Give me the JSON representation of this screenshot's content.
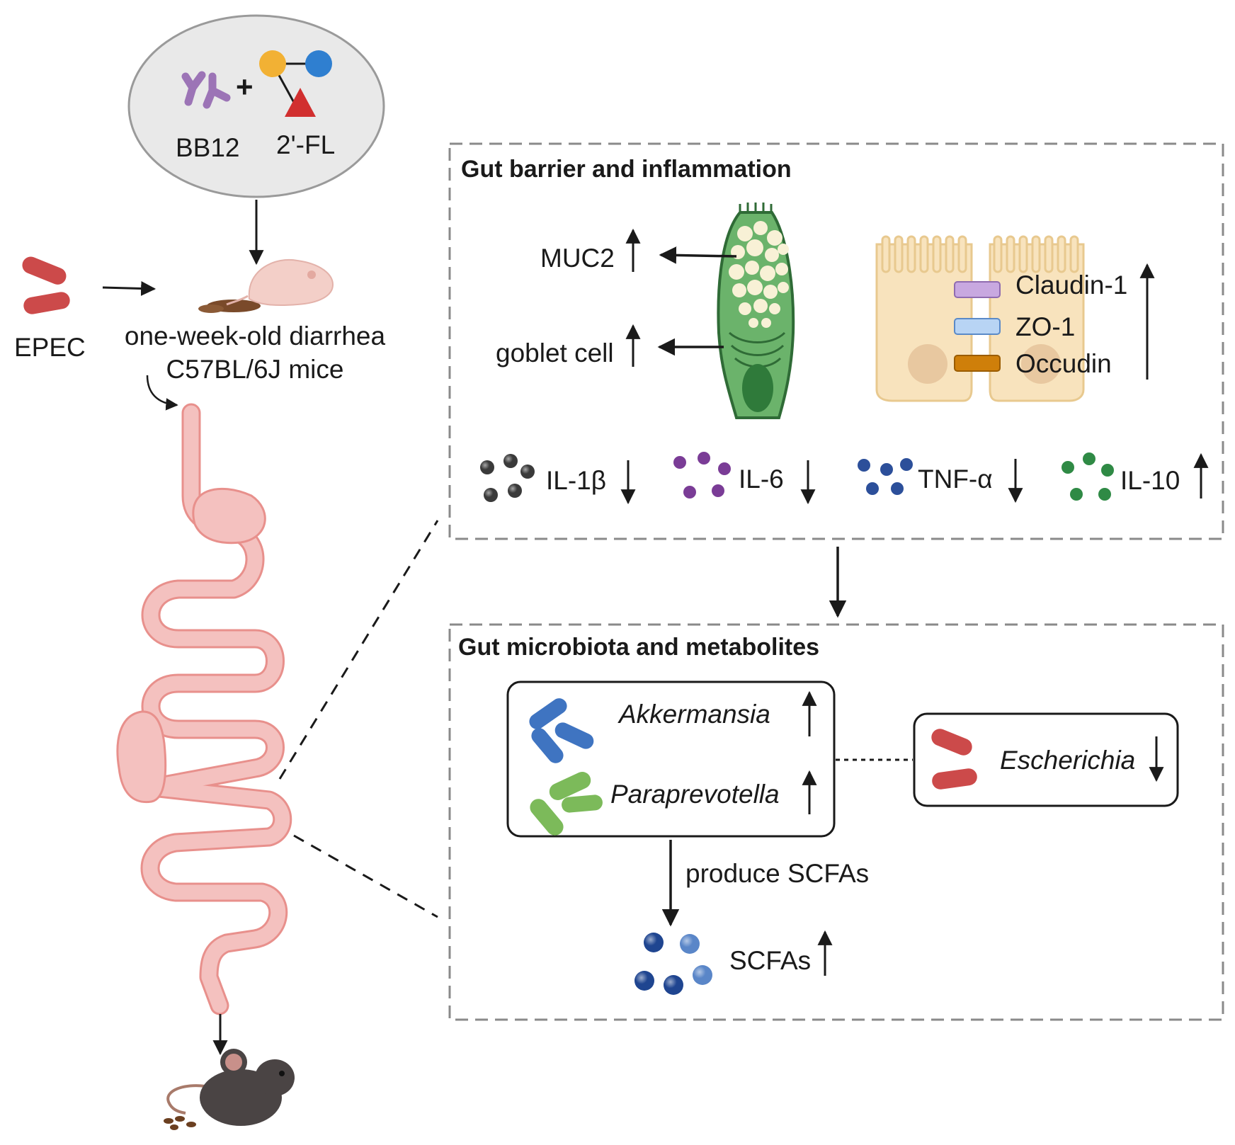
{
  "treatment": {
    "probiotic_label": "BB12",
    "oligosaccharide_label": "2'-FL",
    "plus_sign": "+"
  },
  "infection": {
    "pathogen_label": "EPEC",
    "model_line1": "one-week-old diarrhea",
    "model_line2": "C57BL/6J mice"
  },
  "gut_barrier_panel": {
    "title": "Gut barrier and inflammation",
    "goblet": [
      {
        "label": "MUC2",
        "direction": "up"
      },
      {
        "label": "goblet cell",
        "direction": "up"
      }
    ],
    "tight_junctions": {
      "proteins": [
        {
          "label": "Claudin-1",
          "color": "#c8a8e0"
        },
        {
          "label": "ZO-1",
          "color": "#b8d4f4"
        },
        {
          "label": "Occudin",
          "color": "#cf7f0a"
        }
      ],
      "direction": "up"
    },
    "cytokines": [
      {
        "label": "IL-1β",
        "direction": "down",
        "color": "#3a3a3a"
      },
      {
        "label": "IL-6",
        "direction": "down",
        "color": "#7a3c96"
      },
      {
        "label": "TNF-α",
        "direction": "down",
        "color": "#2c4f9a"
      },
      {
        "label": "IL-10",
        "direction": "up",
        "color": "#2f8a45"
      }
    ]
  },
  "microbiota_panel": {
    "title": "Gut microbiota and metabolites",
    "increased_taxa": [
      {
        "label": "Akkermansia",
        "direction": "up",
        "color": "#3f74c1"
      },
      {
        "label": "Paraprevotella",
        "direction": "up",
        "color": "#7cba5a"
      }
    ],
    "decreased_taxa": [
      {
        "label": "Escherichia",
        "direction": "down",
        "color": "#cc4a4a"
      }
    ],
    "process_label": "produce SCFAs",
    "metabolite": {
      "label": "SCFAs",
      "direction": "up",
      "color": "#2c4f9a"
    }
  },
  "colors": {
    "gut": "#f4c1bf",
    "gut_outline": "#e8908c",
    "goblet_cell": "#6bb36b",
    "epithelium": "#f8e3bd",
    "mouse_pup": "#f3cfc8",
    "mouse_adult": "#4a4444",
    "dashed_border": "#8a8a8a"
  },
  "icons": [
    "bifidobacterium-icon",
    "fucosyllactose-icon",
    "rod-bacterium-icon",
    "mouse-pup-icon",
    "adult-mouse-icon",
    "intestine-icon",
    "goblet-cell-icon",
    "epithelial-cells-icon"
  ]
}
